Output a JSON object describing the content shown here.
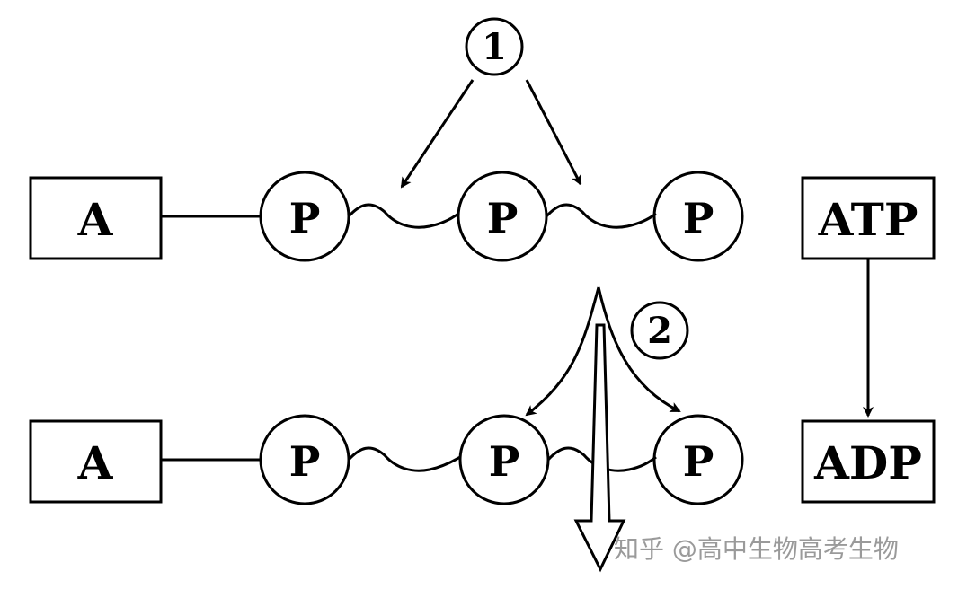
{
  "diagram": {
    "atp_row": {
      "adenosine_label": "A",
      "phosphate_labels": [
        "P",
        "P",
        "P"
      ]
    },
    "adp_row": {
      "adenosine_label": "A",
      "phosphate_labels": [
        "P",
        "P",
        "P"
      ]
    },
    "callout_1": "①",
    "callout_2": "②",
    "atp_label": "ATP",
    "adp_label": "ADP"
  },
  "watermark": "知乎 @高中生物高考生物",
  "colors": {
    "stroke": "#000000",
    "background": "#ffffff",
    "watermark": "#9a9a9a"
  }
}
